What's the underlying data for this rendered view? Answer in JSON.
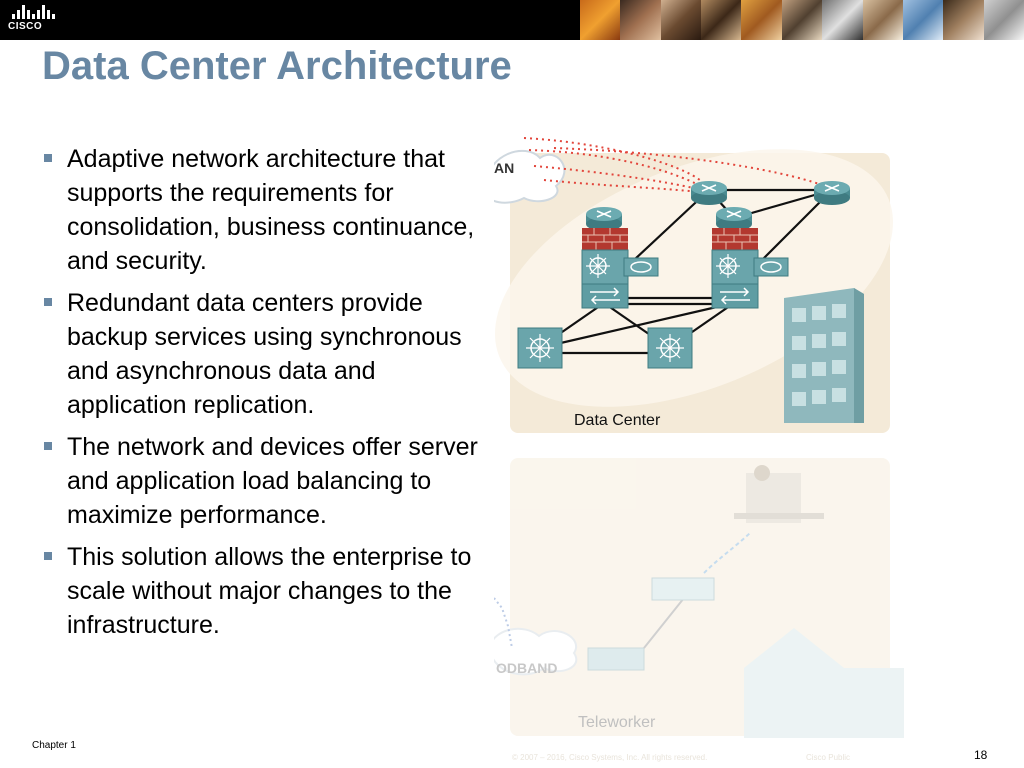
{
  "header": {
    "logo_text": "CISCO",
    "title": "Data Center Architecture"
  },
  "bullets": [
    "Adaptive network architecture that supports the requirements for consolidation, business continuance, and security.",
    "Redundant data centers provide backup services using synchronous and asynchronous data and application replication.",
    "The network and devices offer server and application load balancing to maximize performance.",
    "This solution allows the enterprise to scale without major changes to the infrastructure."
  ],
  "diagram": {
    "wan_label": "AN",
    "datacenter_label": "Data Center",
    "broadband_label": "ODBAND",
    "teleworker_label": "Teleworker"
  },
  "footer": {
    "chapter": "Chapter 1",
    "copyright": "© 2007 – 2016, Cisco Systems, Inc. All rights reserved.",
    "classification": "Cisco Public",
    "page_number": "18"
  },
  "colors": {
    "title": "#6887a3",
    "bullet_square": "#6887a3",
    "panel_bg": "#f4ead8",
    "device_teal": "#5f9da3",
    "firewall_red": "#b3382f",
    "wan_link": "#e2453b"
  }
}
